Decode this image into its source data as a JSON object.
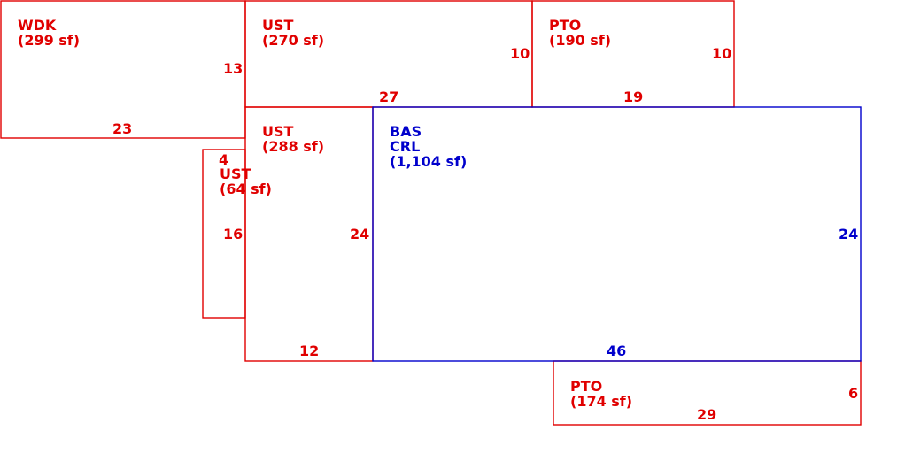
{
  "colors": {
    "addition": "#e00000",
    "base": "#0000cc"
  },
  "areas": {
    "wdk": {
      "code": "WDK",
      "area": "(299 sf)",
      "dim_side": "13",
      "dim_bottom": "23"
    },
    "ust_top": {
      "code": "UST",
      "area": "(270 sf)",
      "dim_side": "10",
      "dim_bottom": "27"
    },
    "pto_top": {
      "code": "PTO",
      "area": "(190 sf)",
      "dim_side": "10",
      "dim_bottom": "19"
    },
    "ust_mid": {
      "code": "UST",
      "area": "(288 sf)",
      "dim_side": "24",
      "dim_bottom": "12"
    },
    "ust_small": {
      "code": "UST",
      "area": "(64 sf)",
      "dim_top": "4",
      "dim_side": "16"
    },
    "bas": {
      "code": "BAS",
      "code2": "CRL",
      "area": "(1,104 sf)",
      "dim_side": "24",
      "dim_bottom": "46"
    },
    "pto_bottom": {
      "code": "PTO",
      "area": "(174 sf)",
      "dim_side": "6",
      "dim_bottom": "29"
    }
  }
}
